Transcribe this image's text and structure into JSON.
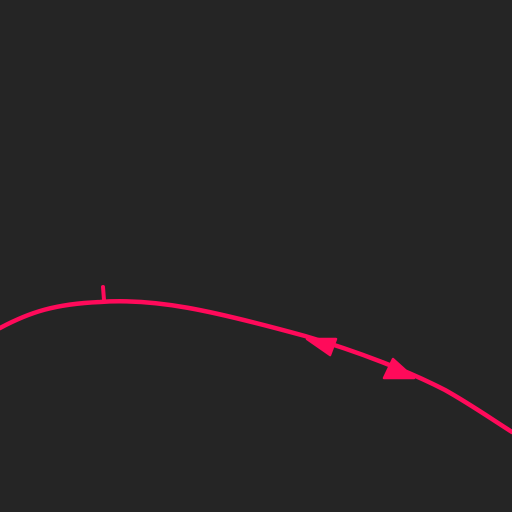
{
  "colors": {
    "background": "#252525",
    "curve": "#ff0a5a"
  },
  "diagram": {
    "elements": [
      {
        "kind": "curve",
        "name": "pink-curve"
      },
      {
        "kind": "tick",
        "name": "tick-mark"
      },
      {
        "kind": "arrow",
        "direction": "backward",
        "name": "arrow-left-icon"
      },
      {
        "kind": "arrow",
        "direction": "forward",
        "name": "arrow-right-icon"
      }
    ]
  }
}
